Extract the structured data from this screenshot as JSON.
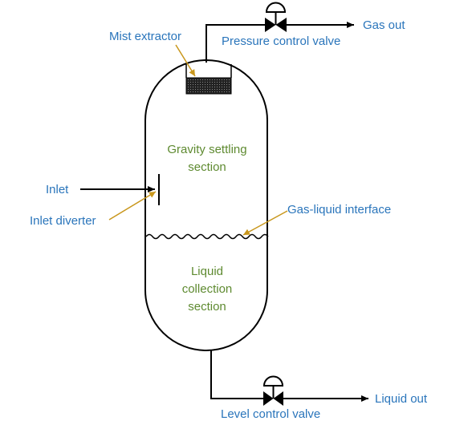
{
  "labels": {
    "mist_extractor": "Mist extractor",
    "pressure_control_valve": "Pressure control valve",
    "gas_out": "Gas out",
    "inlet": "Inlet",
    "inlet_diverter": "Inlet diverter",
    "gas_liquid_interface": "Gas-liquid interface",
    "level_control_valve": "Level control valve",
    "liquid_out": "Liquid out"
  },
  "sections": {
    "gravity_settling": [
      "Gravity settling",
      "section"
    ],
    "liquid_collection": [
      "Liquid",
      "collection",
      "section"
    ]
  },
  "colors": {
    "label_text": "#2a75bb",
    "section_text": "#5e8a30",
    "pointer_arrow": "#c9971c",
    "line": "#000000"
  }
}
